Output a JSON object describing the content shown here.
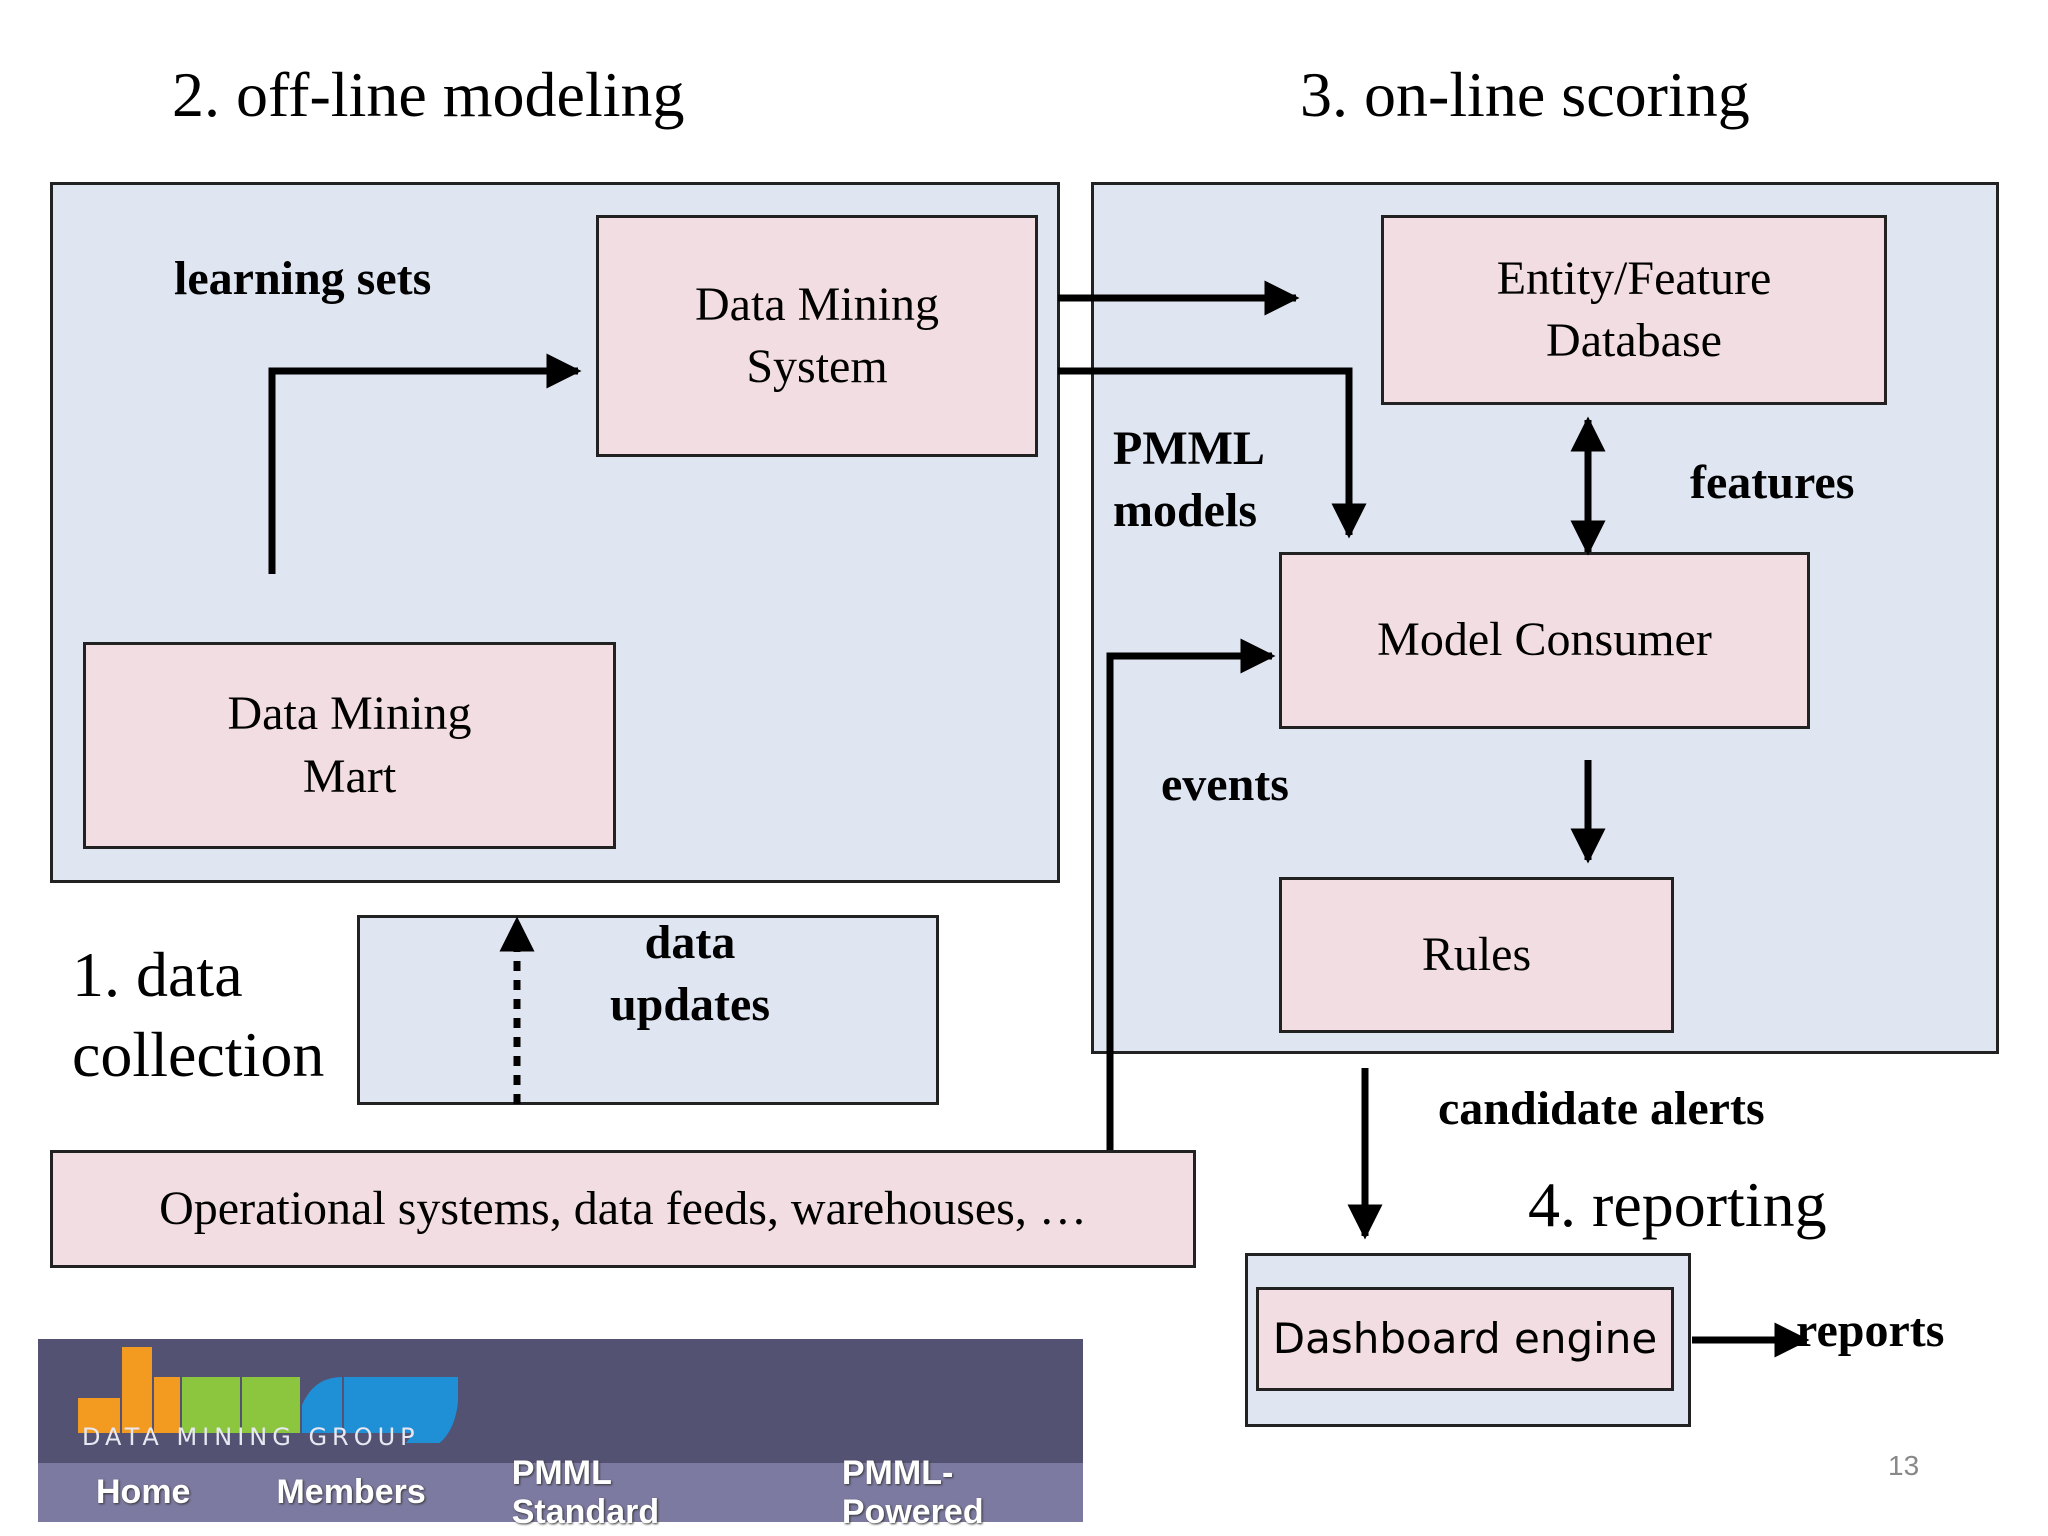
{
  "headings": {
    "offline": "2. off-line modeling",
    "online": "3. on-line scoring",
    "collection_line1": "1. data",
    "collection_line2": "collection",
    "reporting": "4. reporting"
  },
  "boxes": {
    "dms_line1": "Data Mining",
    "dms_line2": "System",
    "mart_line1": "Data Mining",
    "mart_line2": "Mart",
    "efdb_line1": "Entity/Feature",
    "efdb_line2": "Database",
    "consumer": "Model Consumer",
    "rules": "Rules",
    "operational": "Operational systems, data feeds, warehouses, …",
    "dashboard": "Dashboard engine"
  },
  "labels": {
    "learning_sets": "learning sets",
    "pmml_line1": "PMML",
    "pmml_line2": "models",
    "features": "features",
    "events": "events",
    "data_updates_line1": "data",
    "data_updates_line2": "updates",
    "candidate_alerts": "candidate alerts",
    "reports": "reports"
  },
  "logo": {
    "text": "DATA MINING GROUP",
    "colors": [
      "#f39a21",
      "#8cc63f",
      "#1f8fd6"
    ]
  },
  "nav": [
    "Home",
    "Members",
    "PMML Standard",
    "PMML-Powered"
  ],
  "page_number": "13"
}
